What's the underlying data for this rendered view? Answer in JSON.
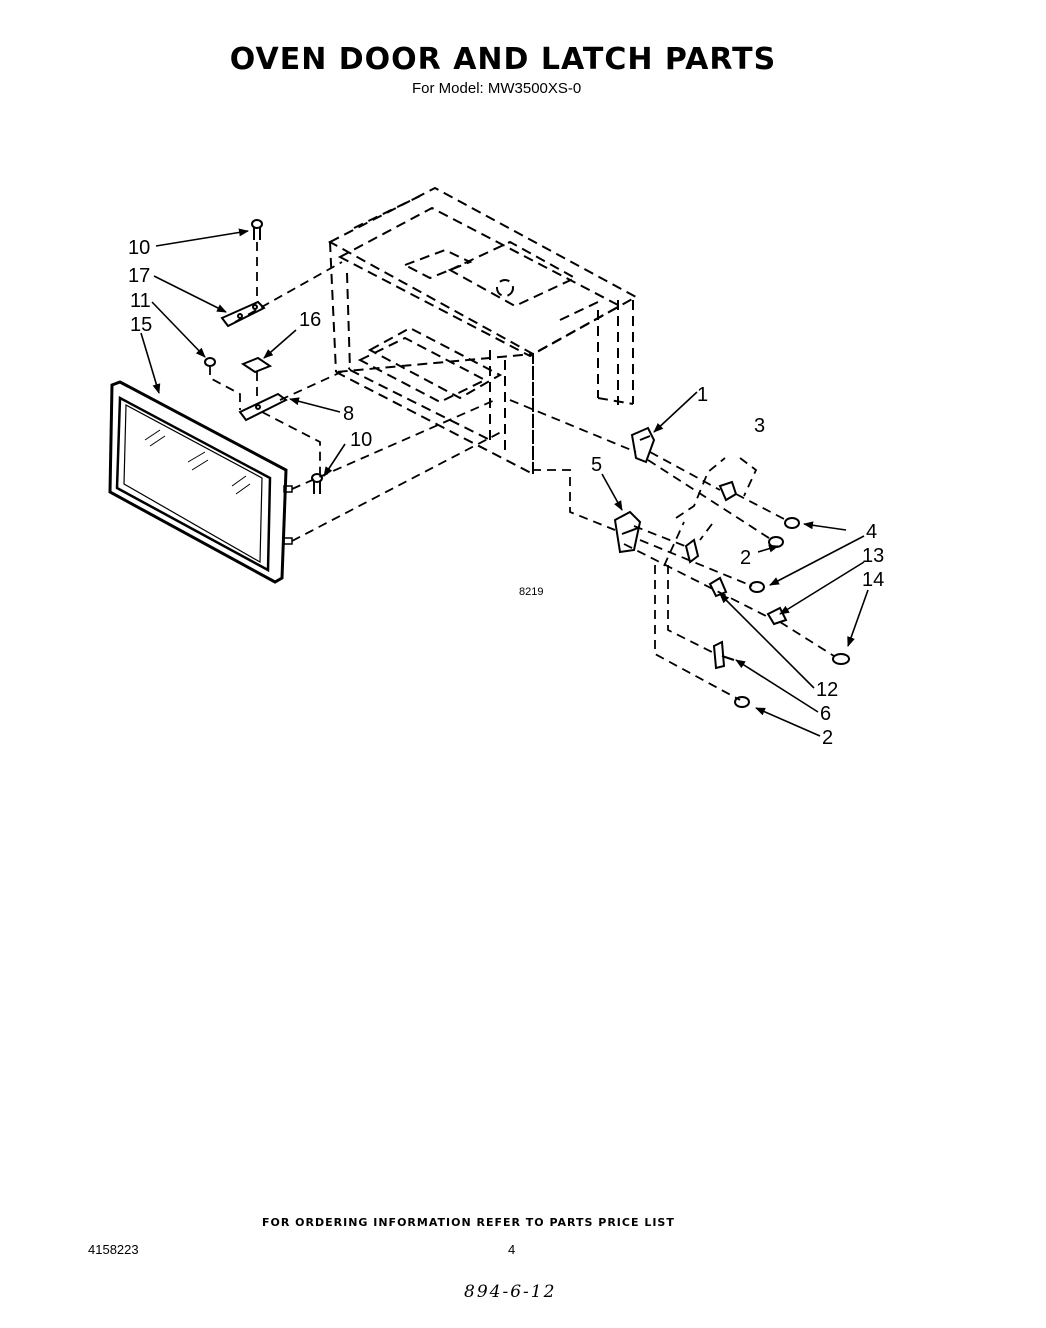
{
  "header": {
    "title": "OVEN DOOR AND LATCH PARTS",
    "subtitle": "For Model: MW3500XS-0"
  },
  "diagram": {
    "code": "8219",
    "callouts": {
      "c10a": "10",
      "c17": "17",
      "c11": "11",
      "c15": "15",
      "c16": "16",
      "c8": "8",
      "c10b": "10",
      "c1": "1",
      "c3": "3",
      "c5": "5",
      "c4": "4",
      "c2a": "2",
      "c13": "13",
      "c14": "14",
      "c12": "12",
      "c6": "6",
      "c2b": "2"
    }
  },
  "footer": {
    "ordering_note": "FOR ORDERING INFORMATION REFER TO PARTS PRICE LIST",
    "doc_number": "4158223",
    "page_number": "4",
    "handwritten_note": "894-6-12"
  }
}
